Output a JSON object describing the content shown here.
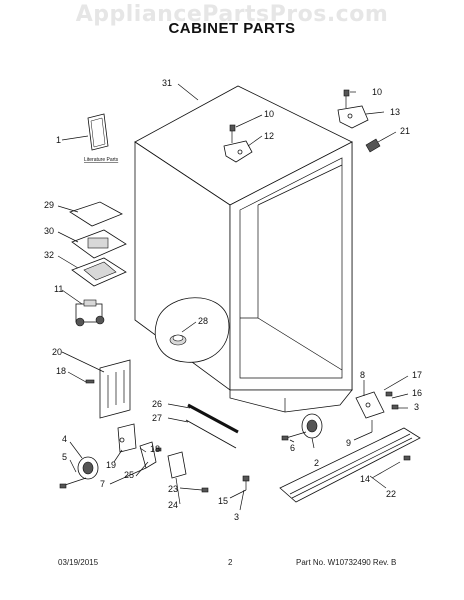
{
  "watermark": "AppliancePartsPros.com",
  "title": "CABINET PARTS",
  "literature_label": "Literature Parts",
  "callouts": {
    "c31": "31",
    "c10a": "10",
    "c13": "13",
    "c10b": "10",
    "c12": "12",
    "c21": "21",
    "c1": "1",
    "c29": "29",
    "c30": "30",
    "c32": "32",
    "c11": "11",
    "c28": "28",
    "c20": "20",
    "c18a": "18",
    "c8": "8",
    "c17": "17",
    "c16": "16",
    "c3a": "3",
    "c26": "26",
    "c27": "27",
    "c9": "9",
    "c4": "4",
    "c5": "5",
    "c18b": "18",
    "c19": "19",
    "c25": "25",
    "c7": "7",
    "c23": "23",
    "c24": "24",
    "c6": "6",
    "c2": "2",
    "c15": "15",
    "c3b": "3",
    "c14": "14",
    "c22": "22"
  },
  "footer": {
    "date": "03/19/2015",
    "page": "2",
    "part_no": "Part No.  W10732490  Rev. B"
  }
}
